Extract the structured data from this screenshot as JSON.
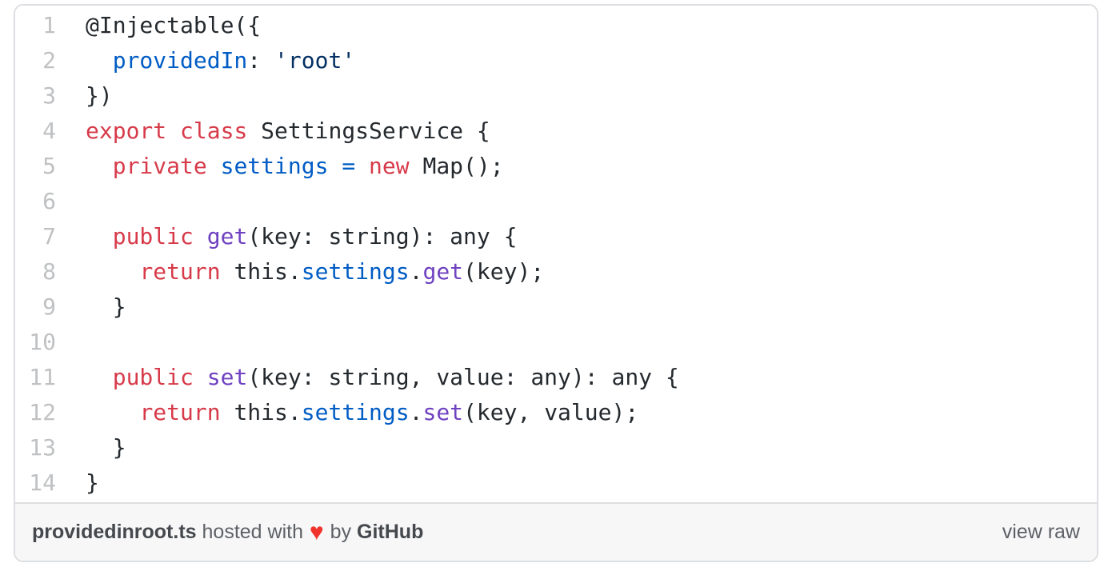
{
  "gist": {
    "colors": {
      "border": "#dcdee1",
      "keyword_red": "#d73a49",
      "function_purple": "#6f42c1",
      "variable_blue": "#005cc5",
      "string_navy": "#032f62",
      "plain_text": "#24292e",
      "line_number_gray": "#bfc1c3",
      "footer_background": "#f7f7f8",
      "footer_text": "#5d6166",
      "heart_red": "#f1342b"
    },
    "code_lines": [
      {
        "num": "1",
        "tokens": [
          {
            "t": "@Injectable({",
            "c": "text"
          }
        ]
      },
      {
        "num": "2",
        "tokens": [
          {
            "t": "  ",
            "c": "text"
          },
          {
            "t": "providedIn",
            "c": "variable"
          },
          {
            "t": ": ",
            "c": "text"
          },
          {
            "t": "'root'",
            "c": "string"
          }
        ]
      },
      {
        "num": "3",
        "tokens": [
          {
            "t": "})",
            "c": "text"
          }
        ]
      },
      {
        "num": "4",
        "tokens": [
          {
            "t": "export",
            "c": "keyword"
          },
          {
            "t": " ",
            "c": "text"
          },
          {
            "t": "class",
            "c": "keyword"
          },
          {
            "t": " SettingsService {",
            "c": "text"
          }
        ]
      },
      {
        "num": "5",
        "tokens": [
          {
            "t": "  ",
            "c": "text"
          },
          {
            "t": "private",
            "c": "keyword"
          },
          {
            "t": " ",
            "c": "text"
          },
          {
            "t": "settings",
            "c": "variable"
          },
          {
            "t": " ",
            "c": "text"
          },
          {
            "t": "=",
            "c": "variable"
          },
          {
            "t": " ",
            "c": "text"
          },
          {
            "t": "new",
            "c": "keyword"
          },
          {
            "t": " Map();",
            "c": "text"
          }
        ]
      },
      {
        "num": "6",
        "tokens": []
      },
      {
        "num": "7",
        "tokens": [
          {
            "t": "  ",
            "c": "text"
          },
          {
            "t": "public",
            "c": "keyword"
          },
          {
            "t": " ",
            "c": "text"
          },
          {
            "t": "get",
            "c": "function"
          },
          {
            "t": "(key: string): any {",
            "c": "text"
          }
        ]
      },
      {
        "num": "8",
        "tokens": [
          {
            "t": "    ",
            "c": "text"
          },
          {
            "t": "return",
            "c": "keyword"
          },
          {
            "t": " this.",
            "c": "text"
          },
          {
            "t": "settings",
            "c": "variable"
          },
          {
            "t": ".",
            "c": "text"
          },
          {
            "t": "get",
            "c": "function"
          },
          {
            "t": "(key);",
            "c": "text"
          }
        ]
      },
      {
        "num": "9",
        "tokens": [
          {
            "t": "  }",
            "c": "text"
          }
        ]
      },
      {
        "num": "10",
        "tokens": []
      },
      {
        "num": "11",
        "tokens": [
          {
            "t": "  ",
            "c": "text"
          },
          {
            "t": "public",
            "c": "keyword"
          },
          {
            "t": " ",
            "c": "text"
          },
          {
            "t": "set",
            "c": "function"
          },
          {
            "t": "(key: string, value: any): any {",
            "c": "text"
          }
        ]
      },
      {
        "num": "12",
        "tokens": [
          {
            "t": "    ",
            "c": "text"
          },
          {
            "t": "return",
            "c": "keyword"
          },
          {
            "t": " this.",
            "c": "text"
          },
          {
            "t": "settings",
            "c": "variable"
          },
          {
            "t": ".",
            "c": "text"
          },
          {
            "t": "set",
            "c": "function"
          },
          {
            "t": "(key, value);",
            "c": "text"
          }
        ]
      },
      {
        "num": "13",
        "tokens": [
          {
            "t": "  }",
            "c": "text"
          }
        ]
      },
      {
        "num": "14",
        "tokens": [
          {
            "t": "}",
            "c": "text"
          }
        ]
      }
    ],
    "footer": {
      "filename": "providedinroot.ts",
      "hosted_with": " hosted with ",
      "heart": "♥",
      "by": " by ",
      "github": "GitHub",
      "view_raw": "view raw"
    }
  }
}
